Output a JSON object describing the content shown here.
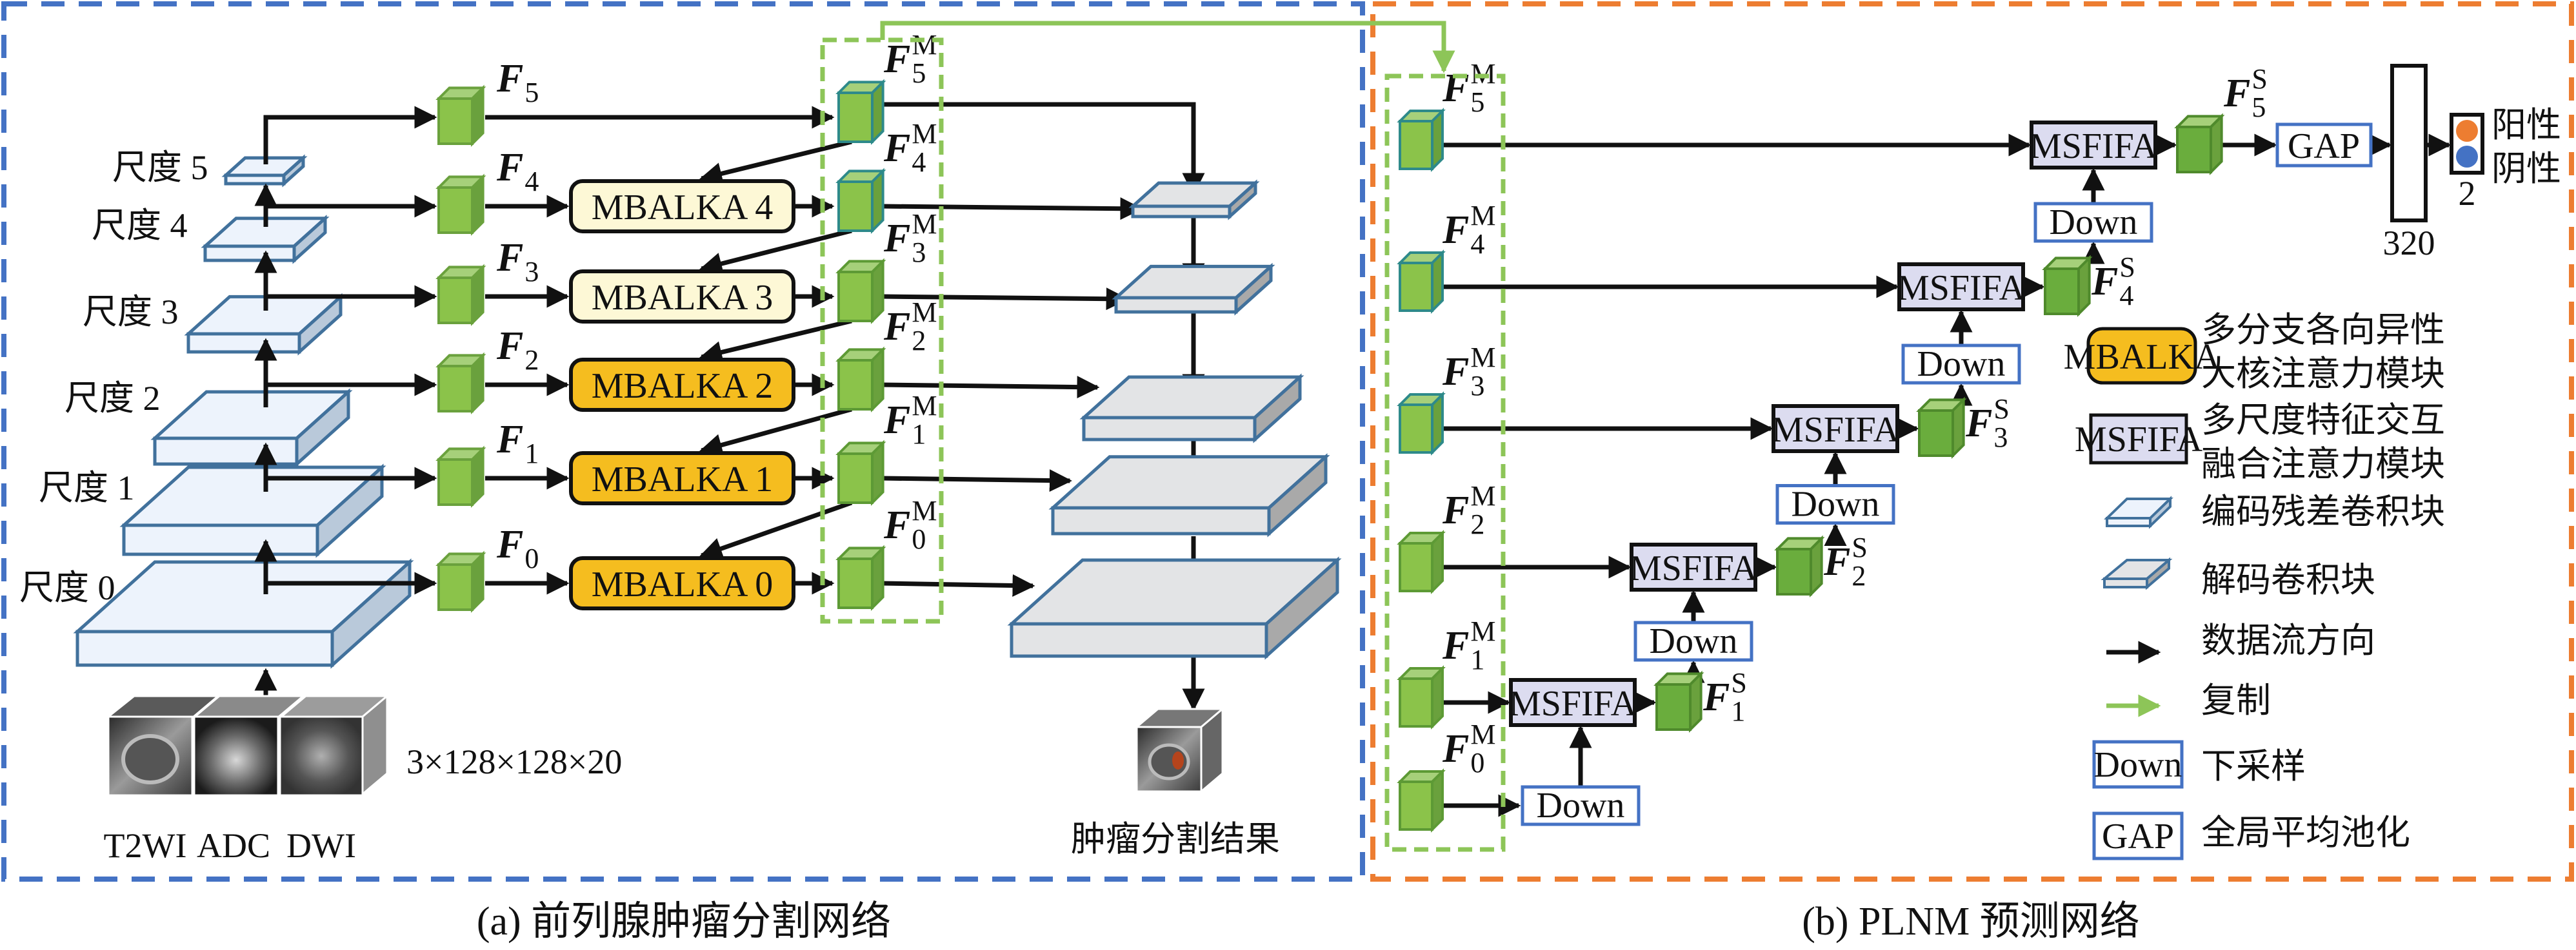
{
  "colors": {
    "panel_a_border": "#4472c4",
    "panel_b_border": "#ed7d31",
    "copy_arrow": "#8dc558",
    "mbalka_light": "#fdf8d6",
    "mbalka_dark": "#f5bd1f",
    "msfifa_fill": "#dcdcf0",
    "encoder_fill": "#edf3fc",
    "decoder_fill": "#e3e4e6",
    "block_edge": "#41719c",
    "cube_green": "#8bc34a",
    "cube_dark_green": "#6aa13d",
    "node_blue": "#4472c4",
    "node_orange": "#ed7d31"
  },
  "panel_a": {
    "caption": "(a)  前列腺肿瘤分割网络",
    "input": {
      "modalities": [
        "T2WI",
        "ADC",
        "DWI"
      ],
      "shape": "3×128×128×20"
    },
    "scales": [
      {
        "label": "尺度 0",
        "feature": "F",
        "sub": "0"
      },
      {
        "label": "尺度 1",
        "feature": "F",
        "sub": "1"
      },
      {
        "label": "尺度 2",
        "feature": "F",
        "sub": "2"
      },
      {
        "label": "尺度 3",
        "feature": "F",
        "sub": "3"
      },
      {
        "label": "尺度 4",
        "feature": "F",
        "sub": "4"
      },
      {
        "label": "尺度 5",
        "feature": "F",
        "sub": "5"
      }
    ],
    "mbalka_modules": [
      "MBALKA 0",
      "MBALKA 1",
      "MBALKA 2",
      "MBALKA 3",
      "MBALKA 4"
    ],
    "fused_features": [
      {
        "main": "F",
        "sub": "0",
        "sup": "M"
      },
      {
        "main": "F",
        "sub": "1",
        "sup": "M"
      },
      {
        "main": "F",
        "sub": "2",
        "sup": "M"
      },
      {
        "main": "F",
        "sub": "3",
        "sup": "M"
      },
      {
        "main": "F",
        "sub": "4",
        "sup": "M"
      },
      {
        "main": "F",
        "sub": "5",
        "sup": "M"
      }
    ],
    "output_label": "肿瘤分割结果"
  },
  "panel_b": {
    "caption": "(b)  PLNM 预测网络",
    "inputs": [
      {
        "main": "F",
        "sub": "0",
        "sup": "M"
      },
      {
        "main": "F",
        "sub": "1",
        "sup": "M"
      },
      {
        "main": "F",
        "sub": "2",
        "sup": "M"
      },
      {
        "main": "F",
        "sub": "3",
        "sup": "M"
      },
      {
        "main": "F",
        "sub": "4",
        "sup": "M"
      },
      {
        "main": "F",
        "sub": "5",
        "sup": "M"
      }
    ],
    "msfifa_label": "MSFIFA",
    "down_label": "Down",
    "stage_outputs": [
      {
        "main": "F",
        "sub": "1",
        "sup": "S"
      },
      {
        "main": "F",
        "sub": "2",
        "sup": "S"
      },
      {
        "main": "F",
        "sub": "3",
        "sup": "S"
      },
      {
        "main": "F",
        "sub": "4",
        "sup": "S"
      },
      {
        "main": "F",
        "sub": "5",
        "sup": "S"
      }
    ],
    "gap_label": "GAP",
    "fc_size": "320",
    "out_size": "2",
    "out_classes": [
      "阳性",
      "阴性"
    ]
  },
  "legend": {
    "items": [
      {
        "symbol": "MBALKA",
        "text": [
          "多分支各向异性",
          "大核注意力模块"
        ]
      },
      {
        "symbol": "MSFIFA",
        "text": [
          "多尺度特征交互",
          "融合注意力模块"
        ]
      },
      {
        "symbol": "encoder-block",
        "text": [
          "编码残差卷积块"
        ]
      },
      {
        "symbol": "decoder-block",
        "text": [
          "解码卷积块"
        ]
      },
      {
        "symbol": "black-arrow",
        "text": [
          "数据流方向"
        ]
      },
      {
        "symbol": "green-arrow",
        "text": [
          "复制"
        ]
      },
      {
        "symbol": "Down",
        "text": [
          "下采样"
        ]
      },
      {
        "symbol": "GAP",
        "text": [
          "全局平均池化"
        ]
      }
    ]
  }
}
